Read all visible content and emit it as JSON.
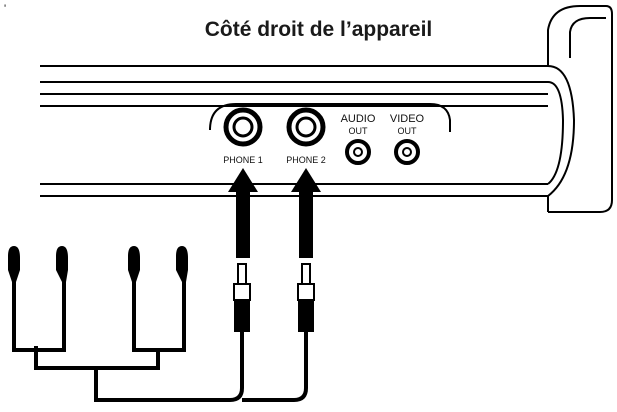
{
  "title": "Côté droit de l’appareil",
  "corner_mark": "'",
  "ports": {
    "phone1_label": "PHONE 1",
    "phone2_label": "PHONE 2",
    "audio_label_top": "AUDIO",
    "audio_label_bottom": "OUT",
    "video_label_top": "VIDEO",
    "video_label_bottom": "OUT"
  },
  "colors": {
    "line": "#000000",
    "background": "#ffffff",
    "arrow": "#000000"
  },
  "icons": [
    "headphone-icon",
    "audio-jack-icon",
    "plug-icon",
    "arrow-up-icon"
  ]
}
